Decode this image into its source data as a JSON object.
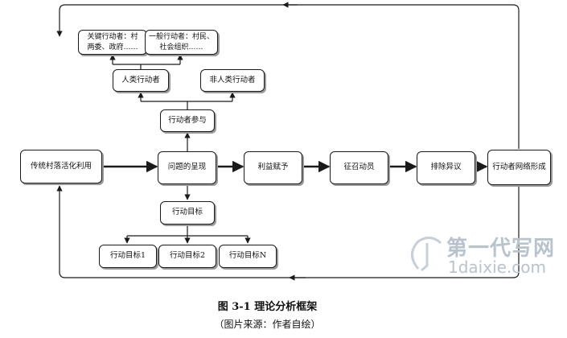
{
  "nodes": {
    "traditional_use": "传统村落活化利用",
    "problem": "问题的呈现",
    "benefit": "利益赋予",
    "recruit": "征召动员",
    "exclude": "排除异议",
    "network": "行动者网络形成",
    "participation": "行动者参与",
    "human_actor": "人类行动者",
    "nonhuman_actor": "非人类行动者",
    "key_actor": "关键行动者：村\n两委、政府……",
    "general_actor": "一般行动者：村民、\n社会组织……",
    "action_goal": "行动目标",
    "goal_1": "行动目标1",
    "goal_2": "行动目标2",
    "goal_n": "行动目标N"
  },
  "caption": {
    "title": "图 3-1  理论分析框架",
    "source": "（图片来源：作者自绘）"
  },
  "watermark": {
    "brand": "第一代写网",
    "url": "1daixie.com"
  },
  "colors": {
    "line": "#1a1a1a",
    "watermark": "#b8c3ce"
  }
}
